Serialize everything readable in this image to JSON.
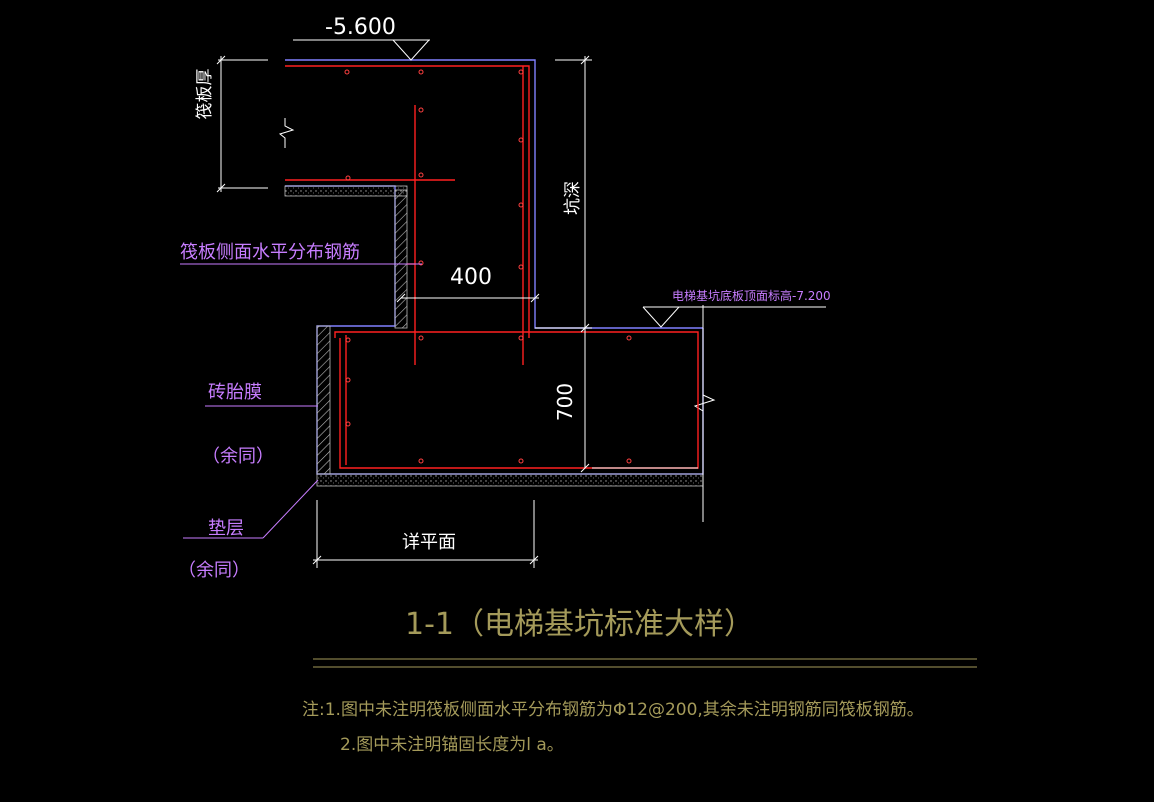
{
  "labels": {
    "top_elevation": "-5.600",
    "raft_thickness": "筏板厚",
    "pit_depth": "坑深",
    "dim_400": "400",
    "dim_700": "700",
    "plan_detail": "详平面",
    "raft_side_rebar": "筏板侧面水平分布钢筋",
    "brick_membrane": "砖胎膜",
    "same_1": "（余同）",
    "cushion": "垫层",
    "same_2": "（余同）",
    "pit_bottom_elev": "电梯基坑底板顶面标高-7.200"
  },
  "title": "1-1（电梯基坑标准大样）",
  "notes": {
    "line1": "注:1.图中未注明筏板侧面水平分布钢筋为Φ12@200,其余未注明钢筋同筏板钢筋。",
    "line2": "2.图中未注明锚固长度为l a。"
  },
  "colors": {
    "background": "#000000",
    "concrete_outline": "#8080ff",
    "rebar": "#ff2020",
    "dimension": "#ffffff",
    "annotation": "#c77dff",
    "title": "#a49a5a"
  }
}
